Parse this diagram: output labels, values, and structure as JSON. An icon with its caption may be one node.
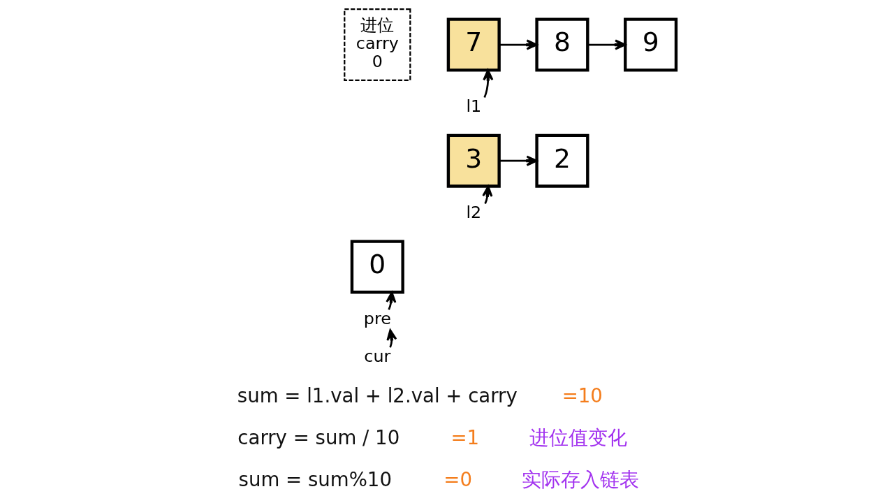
{
  "diagram": {
    "nodes": [
      {
        "text": [
          "进位",
          "carry",
          "0"
        ]
      },
      {
        "text": [
          "7"
        ]
      },
      {
        "text": [
          "8"
        ]
      },
      {
        "text": [
          "9"
        ]
      },
      {
        "text": [
          "l1"
        ]
      },
      {
        "text": [
          "3"
        ]
      },
      {
        "text": [
          "2"
        ]
      },
      {
        "text": [
          "l2"
        ]
      },
      {
        "text": [
          "0"
        ]
      },
      {
        "text": [
          "pre"
        ]
      },
      {
        "text": [
          "cur"
        ]
      }
    ],
    "edges": [
      {
        "from": 1,
        "to": 2,
        "arrow": "to"
      },
      {
        "from": 2,
        "to": 3,
        "arrow": "to"
      },
      {
        "from": 4,
        "to": 1,
        "arrow": "to"
      },
      {
        "from": 5,
        "to": 6,
        "arrow": "to"
      },
      {
        "from": 7,
        "to": 5,
        "arrow": "to"
      },
      {
        "from": 9,
        "to": 8,
        "arrow": "to"
      },
      {
        "from": 10,
        "to": 9,
        "arrow": "to"
      }
    ],
    "labels": [
      "sum = l1.val + l2.val + carry",
      "=10",
      "carry = sum / 10",
      "=1",
      "进位值变化",
      "sum = sum%10",
      "=0",
      "实际存入链表"
    ]
  }
}
